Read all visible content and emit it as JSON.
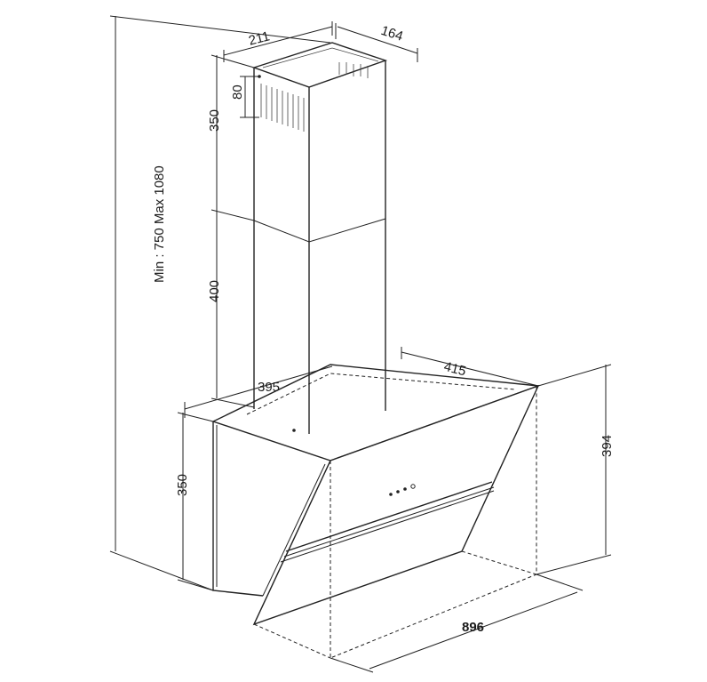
{
  "diagram": {
    "dimensions": {
      "chimney_width": "211",
      "chimney_depth": "164",
      "vent_height": "80",
      "upper_chimney_height": "350",
      "lower_chimney_height": "400",
      "mount_depth": "395",
      "body_depth": "415",
      "body_height_left": "350",
      "body_height_right": "394",
      "total_width": "896",
      "total_height_range": "Min : 750 Max 1080"
    }
  }
}
